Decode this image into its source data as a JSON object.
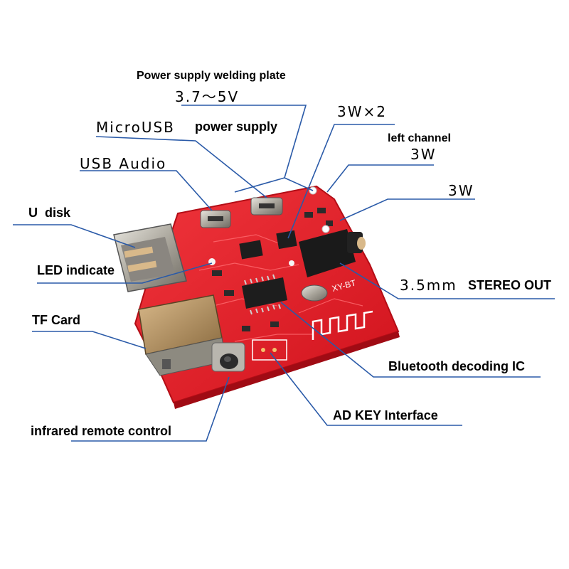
{
  "labels": {
    "power_plate": "Power supply welding plate",
    "power_voltage": "3.7～5V",
    "microusb": "MicroUSB",
    "power_supply": "power supply",
    "usb_audio": "USB Audio",
    "u_disk": "U  disk",
    "led": "LED indicate",
    "tf_card": "TF Card",
    "infrared": "infrared remote control",
    "w2": "3W×2",
    "left_channel": "left channel",
    "left_w": "3W",
    "right_w": "3W",
    "mm35": "3.5mm",
    "stereo_out": "STEREO OUT",
    "bt_ic": "Bluetooth decoding IC",
    "ad_key": "AD KEY Interface"
  },
  "board": {
    "silk_text": "XY-BT",
    "pcb_color": "#e8202a",
    "leader_color": "#2a5aa8"
  }
}
